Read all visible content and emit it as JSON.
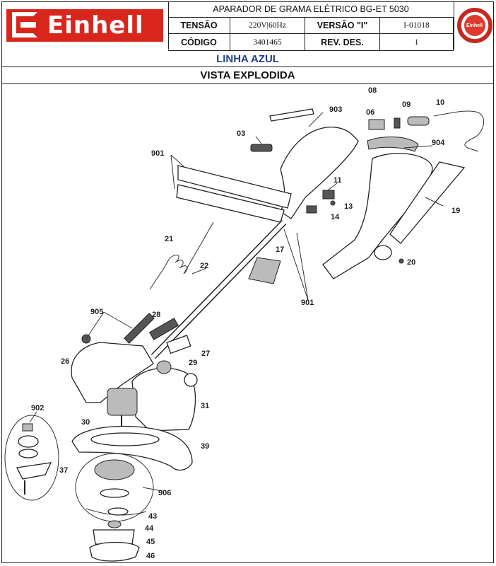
{
  "header": {
    "brand": "Einhell",
    "title": "APARADOR DE GRAMA ELÉTRICO BG-ET 5030",
    "labels": {
      "voltage": "TENSÃO",
      "version": "VERSÃO \"I\"",
      "code": "CÓDIGO",
      "revision": "REV. DES."
    },
    "values": {
      "voltage": "220V|60Hz",
      "version": "I-01018",
      "code": "3401465",
      "revision": "1"
    }
  },
  "bands": {
    "line": "LINHA AZUL",
    "view": "VISTA EXPLODIDA"
  },
  "colors": {
    "brand_red": "#d9261c",
    "line_blue": "#1f3e8a"
  },
  "parts": {
    "p03": "03",
    "p06": "06",
    "p08": "08",
    "p09": "09",
    "p10": "10",
    "p11": "11",
    "p13": "13",
    "p14": "14",
    "p17": "17",
    "p19": "19",
    "p20": "20",
    "p21": "21",
    "p22": "22",
    "p26": "26",
    "p27": "27",
    "p28": "28",
    "p29": "29",
    "p30": "30",
    "p31": "31",
    "p37": "37",
    "p39": "39",
    "p43": "43",
    "p44": "44",
    "p45": "45",
    "p46": "46",
    "p901a": "901",
    "p901b": "901",
    "p902": "902",
    "p903": "903",
    "p904": "904",
    "p905": "905",
    "p906": "906"
  }
}
